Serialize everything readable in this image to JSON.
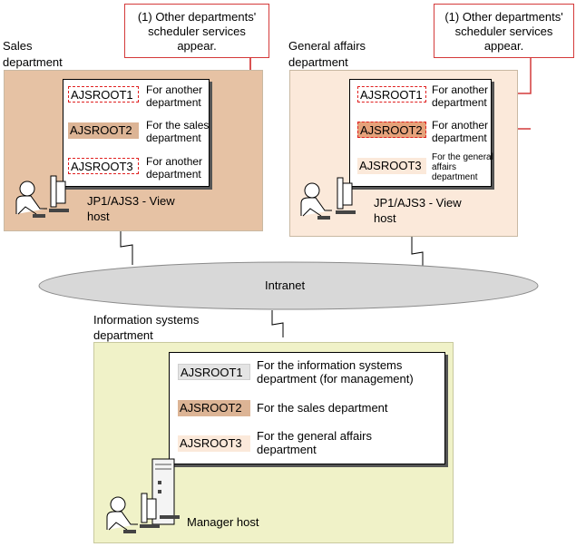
{
  "callout": {
    "line1": "(1) Other departments'",
    "line2": "scheduler services",
    "line3": "appear."
  },
  "sales": {
    "title_line1": "Sales",
    "title_line2": "department",
    "roots": [
      {
        "name": "AJSROOT1",
        "desc": [
          "For another",
          "department"
        ],
        "dashed": true
      },
      {
        "name": "AJSROOT2",
        "desc": [
          "For the sales",
          "department"
        ],
        "dashed": false
      },
      {
        "name": "AJSROOT3",
        "desc": [
          "For another",
          "department"
        ],
        "dashed": true
      }
    ],
    "host_line1": "JP1/AJS3 - View",
    "host_line2": "host"
  },
  "general": {
    "title_line1": "General affairs",
    "title_line2": "department",
    "roots": [
      {
        "name": "AJSROOT1",
        "desc": [
          "For another",
          "department"
        ],
        "dashed": true
      },
      {
        "name": "AJSROOT2",
        "desc": [
          "For another",
          "department"
        ],
        "dashed": true
      },
      {
        "name": "AJSROOT3",
        "desc": [
          "For the general",
          "affairs",
          "department"
        ],
        "dashed": false
      }
    ],
    "host_line1": "JP1/AJS3 - View",
    "host_line2": "host"
  },
  "network": {
    "label": "Intranet"
  },
  "info": {
    "title_line1": "Information systems",
    "title_line2": "department",
    "roots": [
      {
        "name": "AJSROOT1",
        "desc": [
          "For the information systems",
          "department (for management)"
        ]
      },
      {
        "name": "AJSROOT2",
        "desc": [
          "For the sales department"
        ]
      },
      {
        "name": "AJSROOT3",
        "desc": [
          "For the general affairs",
          "department"
        ]
      }
    ],
    "host_label": "Manager host"
  },
  "colors": {
    "sales_bg": "#e6c2a4",
    "general_bg": "#fbe9da",
    "info_bg": "#f0f2c8",
    "root_gray": "#e4e4e4",
    "root_sales": "#dcb495",
    "root_general": "#fbe9da",
    "dash_red": "#e02020"
  }
}
